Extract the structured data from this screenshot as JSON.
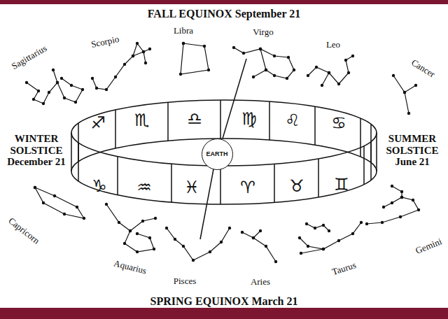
{
  "diagram": {
    "nodes": [
      {
        "text": [
          "EARTH"
        ]
      }
    ],
    "labels": [
      "FALL EQUINOX September 21",
      "WINTER SOLSTICE December 21",
      "SUMMER SOLSTICE June 21",
      "SPRING EQUINOX March 21",
      "Sagittarius",
      "Scorpio",
      "Libra",
      "Virgo",
      "Leo",
      "Cancer",
      "Capricorn",
      "Aquarius",
      "Pisces",
      "Aries",
      "Taurus",
      "Gemini",
      "♐",
      "♏",
      "♎",
      "♍",
      "♌",
      "♋",
      "♑",
      "♒",
      "♓",
      "♈",
      "♉",
      "♊"
    ]
  }
}
